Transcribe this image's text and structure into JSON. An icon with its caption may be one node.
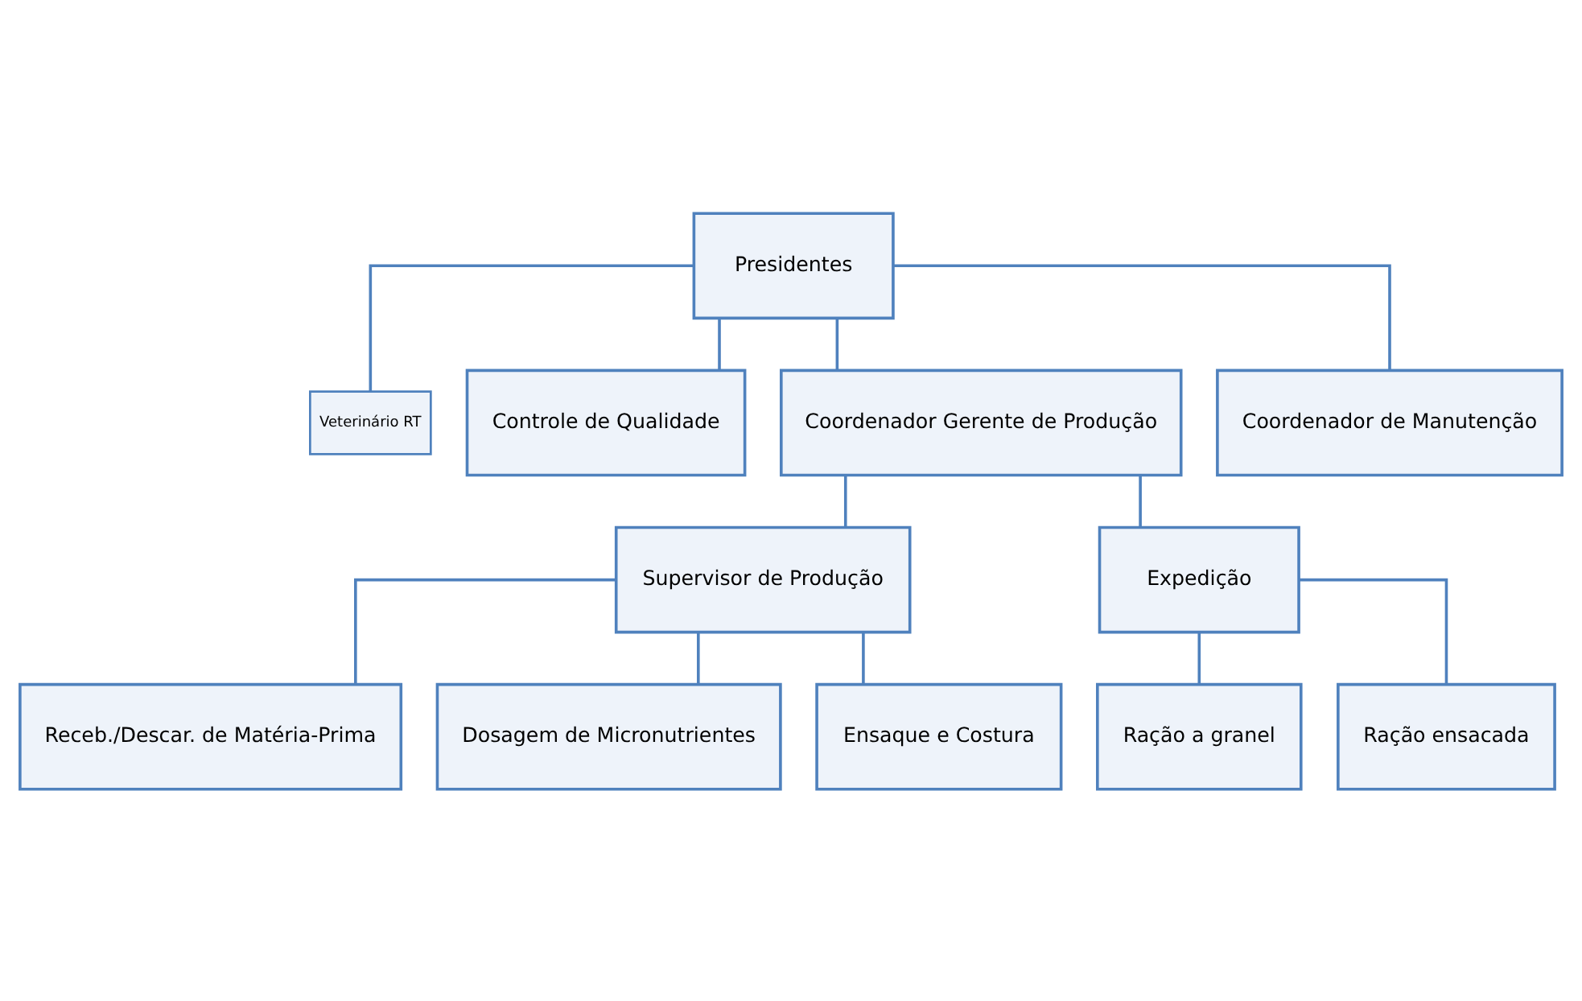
{
  "diagram": {
    "nodes": [
      {
        "text": [
          "Presidentes"
        ]
      },
      {
        "text": [
          "Veterinário RT"
        ]
      },
      {
        "text": [
          "Controle de Qualidade"
        ]
      },
      {
        "text": [
          "Coordenador Gerente de Produção"
        ]
      },
      {
        "text": [
          "Coordenador de Manutenção"
        ]
      },
      {
        "text": [
          "Supervisor de Produção"
        ]
      },
      {
        "text": [
          "Expedição"
        ]
      },
      {
        "text": [
          "Receb./Descar. de Matéria-Prima"
        ]
      },
      {
        "text": [
          "Dosagem de Micronutrientes"
        ]
      },
      {
        "text": [
          "Ensaque e Costura"
        ]
      },
      {
        "text": [
          "Ração a granel"
        ]
      },
      {
        "text": [
          "Ração ensacada"
        ]
      }
    ],
    "edges": [
      {
        "from": 0,
        "to": 1,
        "arrow": "none"
      },
      {
        "from": 0,
        "to": 2,
        "arrow": "none"
      },
      {
        "from": 0,
        "to": 3,
        "arrow": "none"
      },
      {
        "from": 0,
        "to": 4,
        "arrow": "none"
      },
      {
        "from": 3,
        "to": 5,
        "arrow": "none"
      },
      {
        "from": 3,
        "to": 6,
        "arrow": "none"
      },
      {
        "from": 5,
        "to": 7,
        "arrow": "none"
      },
      {
        "from": 5,
        "to": 8,
        "arrow": "none"
      },
      {
        "from": 5,
        "to": 9,
        "arrow": "none"
      },
      {
        "from": 6,
        "to": 10,
        "arrow": "none"
      },
      {
        "from": 6,
        "to": 11,
        "arrow": "none"
      }
    ]
  }
}
